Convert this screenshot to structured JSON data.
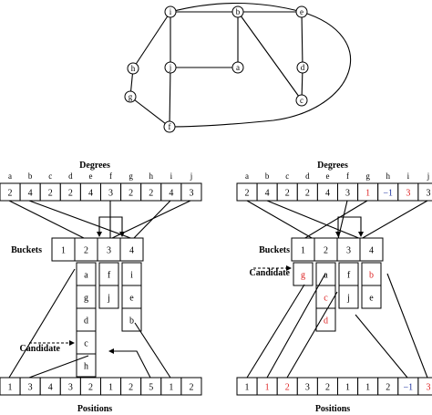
{
  "graph": {
    "nodes": [
      "i",
      "b",
      "e",
      "h",
      "j",
      "a",
      "d",
      "g",
      "c",
      "f"
    ],
    "edges": [
      [
        "i",
        "b"
      ],
      [
        "b",
        "e"
      ],
      [
        "i",
        "e"
      ],
      [
        "i",
        "h"
      ],
      [
        "h",
        "g"
      ],
      [
        "g",
        "f"
      ],
      [
        "i",
        "j"
      ],
      [
        "j",
        "a"
      ],
      [
        "j",
        "f"
      ],
      [
        "b",
        "a"
      ],
      [
        "b",
        "c"
      ],
      [
        "e",
        "d"
      ],
      [
        "d",
        "c"
      ],
      [
        "e",
        "f"
      ]
    ]
  },
  "left": {
    "degrees_title": "Degrees",
    "positions_title": "Positions",
    "letters": [
      "a",
      "b",
      "c",
      "d",
      "e",
      "f",
      "g",
      "h",
      "i",
      "j"
    ],
    "degrees": [
      "2",
      "4",
      "2",
      "2",
      "4",
      "3",
      "2",
      "2",
      "4",
      "3"
    ],
    "positions": [
      "1",
      "3",
      "4",
      "3",
      "2",
      "1",
      "2",
      "5",
      "1",
      "2"
    ],
    "buckets_label": "Buckets",
    "bucket_header": [
      "1",
      "2",
      "3",
      "4"
    ],
    "bucket_columns": [
      [],
      [
        "a",
        "g",
        "d",
        "c",
        "h"
      ],
      [
        "f",
        "j"
      ],
      [
        "i",
        "e",
        "b"
      ]
    ],
    "candidate_label": "Candidate"
  },
  "right": {
    "degrees_title": "Degrees",
    "positions_title": "Positions",
    "letters": [
      "a",
      "b",
      "c",
      "d",
      "e",
      "f",
      "g",
      "h",
      "i",
      "j"
    ],
    "degrees": [
      "2",
      "4",
      "2",
      "2",
      "4",
      "3",
      "1",
      "−1",
      "3",
      "3"
    ],
    "degree_colors": [
      "#000",
      "#000",
      "#000",
      "#000",
      "#000",
      "#000",
      "#d22",
      "#1a2fa0",
      "#d22",
      "#000"
    ],
    "positions": [
      "1",
      "1",
      "2",
      "3",
      "2",
      "1",
      "1",
      "2",
      "−1",
      "3"
    ],
    "position_colors": [
      "#000",
      "#d22",
      "#d22",
      "#000",
      "#000",
      "#000",
      "#000",
      "#000",
      "#1a2fa0",
      "#d22"
    ],
    "buckets_label": "Buckets",
    "bucket_header": [
      "1",
      "2",
      "3",
      "4"
    ],
    "bucket_columns": [
      [
        "g"
      ],
      [
        "a",
        "c",
        "d"
      ],
      [
        "f",
        "j"
      ],
      [
        "b",
        "e"
      ]
    ],
    "bucket_colors": [
      [
        "#d22"
      ],
      [
        "#000",
        "#d22",
        "#d22"
      ],
      [
        "#000",
        "#000"
      ],
      [
        "#d22",
        "#000"
      ]
    ],
    "candidate_label": "Candidate"
  }
}
